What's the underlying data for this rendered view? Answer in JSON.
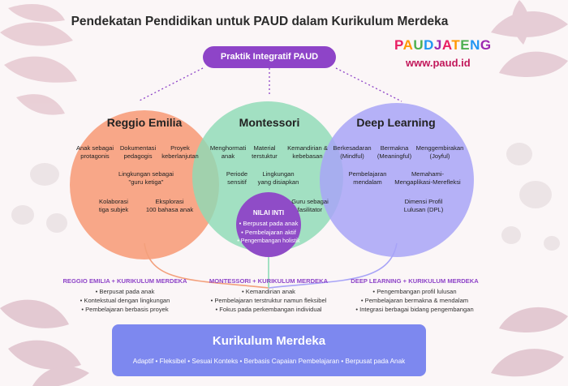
{
  "title": "Pendekatan Pendidikan untuk PAUD dalam Kurikulum Merdeka",
  "brand": {
    "name": "PAUDJATENG",
    "url": "www.paud.id"
  },
  "top_pill": "Praktik Integratif PAUD",
  "circles": {
    "reggio": {
      "title": "Reggio Emilia",
      "items": [
        "Anak sebagai\nprotagonis",
        "Dokumentasi\npedagogis",
        "Proyek\nkeberlanjutan",
        "Lingkungan sebagai\n\"guru ketiga\"",
        "Kolaborasi\ntiga subjek",
        "Eksplorasi\n100 bahasa anak"
      ]
    },
    "montessori": {
      "title": "Montessori",
      "items": [
        "Menghormati\nanak",
        "Material\nterstuktur",
        "Kemandirian &\nkebebasan",
        "Periode\nsensitif",
        "Lingkungan\nyang disiapkan",
        "Guru sebagai\nfasilitator"
      ]
    },
    "deep": {
      "title": "Deep Learning",
      "items": [
        "Berkesadaran\n(Mindful)",
        "Bermakna\n(Meaningful)",
        "Menggembirakan\n(Joyful)",
        "Pembelajaran\nmendalam",
        "Memahami-\nMengaplikasi-Merefleksi",
        "Dimensi Profil\nLulusan (DPL)"
      ]
    }
  },
  "nilai_inti": {
    "title": "NILAI INTI",
    "items": [
      "• Berpusat pada anak",
      "• Pembelajaran aktif",
      "• Pengembangan holistik"
    ]
  },
  "sections": [
    {
      "head": "REGGIO EMILIA + KURIKULUM MERDEKA",
      "color": "#8e44c8",
      "items": [
        "• Berpusat pada anak",
        "• Kontekstual dengan lingkungan",
        "• Pembelajaran berbasis proyek"
      ]
    },
    {
      "head": "MONTESSORI + KURIKULUM MERDEKA",
      "color": "#8e44c8",
      "items": [
        "• Kemandirian anak",
        "• Pembelajaran terstruktur namun fleksibel",
        "• Fokus pada perkembangan individual"
      ]
    },
    {
      "head": "DEEP LEARNING + KURIKULUM MERDEKA",
      "color": "#8e44c8",
      "items": [
        "• Pengembangan profil lulusan",
        "• Pembelajaran bermakna & mendalam",
        "• Integrasi berbagai bidang pengembangan"
      ]
    }
  ],
  "kurikulum": {
    "title": "Kurikulum Merdeka",
    "subtitle": "Adaptif • Fleksibel • Sesuai Konteks • Berbasis Capaian Pembelajaran • Berpusat pada Anak"
  },
  "colors": {
    "reggio": "#f7a07e",
    "montessori": "#8ddbb6",
    "deep": "#a8a4f7",
    "accent": "#8e44c8",
    "kurikulum": "#7d88ef"
  }
}
